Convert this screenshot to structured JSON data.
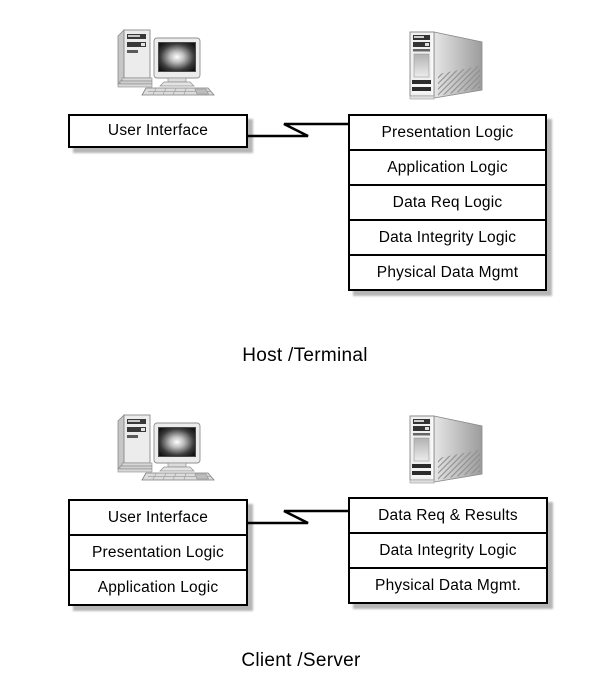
{
  "page": {
    "background": "#ffffff"
  },
  "colors": {
    "line": "#000000",
    "box_fill": "#ffffff",
    "shadow": "#b6b6b6",
    "text": "#000000"
  },
  "icons": {
    "client": "desktop-computer-icon",
    "server": "tower-server-icon",
    "link": "link-break-connector"
  },
  "diagrams": [
    {
      "id": "host-terminal",
      "caption": "Host /Terminal",
      "client_boxes": [
        "User Interface"
      ],
      "server_boxes": [
        "Presentation Logic",
        "Application Logic",
        "Data Req Logic",
        "Data Integrity Logic",
        "Physical Data Mgmt"
      ]
    },
    {
      "id": "client-server",
      "caption": "Client /Server",
      "client_boxes": [
        "User Interface",
        "Presentation Logic",
        "Application Logic"
      ],
      "server_boxes": [
        "Data Req & Results",
        "Data Integrity Logic",
        "Physical Data Mgmt."
      ]
    }
  ]
}
